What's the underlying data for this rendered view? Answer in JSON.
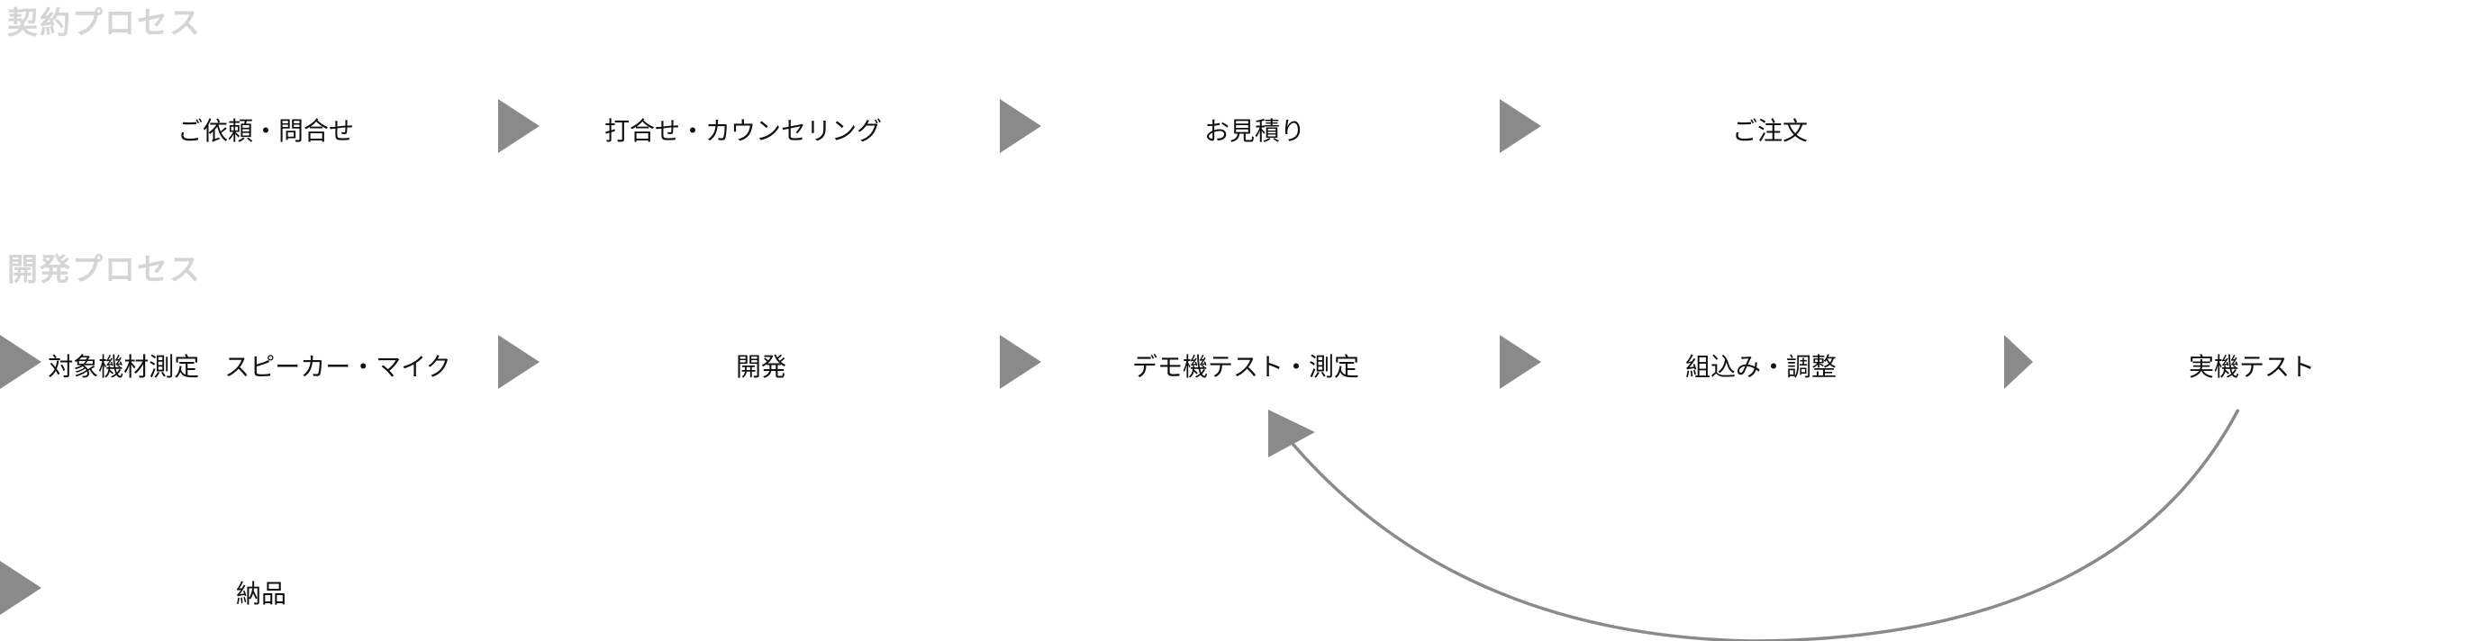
{
  "contract_process": {
    "title": "契約プロセス",
    "steps": [
      "ご依頼・問合せ",
      "打合せ・カウンセリング",
      "お見積り",
      "ご注文"
    ]
  },
  "development_process": {
    "title": "開発プロセス",
    "steps": [
      "対象機材測定　スピーカー・マイク",
      "開発",
      "デモ機テスト・測定",
      "組込み・調整",
      "実機テスト"
    ],
    "final_step": "納品"
  },
  "colors": {
    "arrow": "#8a8a8a",
    "section_title": "#d5d5d5",
    "text": "#111111"
  }
}
